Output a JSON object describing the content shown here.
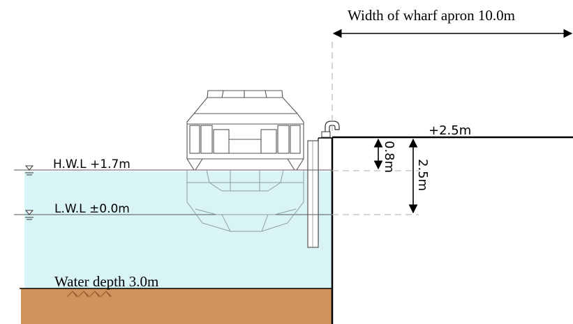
{
  "diagram": {
    "wharf_width_label": "Width of wharf apron 10.0m",
    "crown_height_label": "+2.5m",
    "freeboard_hwl_label": "0.8m",
    "freeboard_lwl_label": "2.5m",
    "hwl_label": "H.W.L +1.7m",
    "lwl_label": "L.W.L ±0.0m",
    "water_depth_label": "Water depth 3.0m"
  },
  "colors": {
    "water": "#d9f4f7",
    "seabed": "#d0915a",
    "line": "#000000",
    "dash": "#bdbdbd",
    "boat": "#555555"
  }
}
